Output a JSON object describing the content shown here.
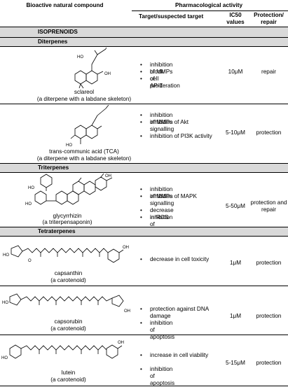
{
  "header": {
    "col1": "Bioactive natural compound",
    "col_group": "Pharmacological activity",
    "target": "Target/suspected target",
    "ic50": "IC50 values",
    "protection": "Protection/ repair"
  },
  "section": "ISOPRENOIDS",
  "groups": {
    "diterpenes": "Diterpenes",
    "triterpenes": "Triterpenes",
    "tetraterpenes": "Tetraterpenes"
  },
  "compounds": [
    {
      "name": "sclareol",
      "subtitle": "(a diterpene with a labdane skeleton)",
      "targets": [
        "inhibition of MMPs",
        "block of AP-1",
        "cell proliferation"
      ],
      "ic50": "10μM",
      "effect": "repair"
    },
    {
      "name": "trans-communic acid (TCA)",
      "subtitle": "(a diterpene with a labdane skeleton)",
      "targets": [
        "inhibition of MMPs",
        "inhibition of Akt signalling",
        "inhibition of PI3K activity"
      ],
      "ic50": "5-10μM",
      "effect": "protection"
    },
    {
      "name": "glycyrrhizin",
      "subtitle": "(a triterpensaponin)",
      "targets": [
        "inhibition of MMPs",
        "inhibition of MAPK signalling",
        "decrease in ROS",
        "inhibition of apoptosis"
      ],
      "ic50": "5-50μM",
      "effect": "protection and repair"
    },
    {
      "name": "capsanthin",
      "subtitle": "(a carotenoid)",
      "targets": [
        "decrease in cell toxicity"
      ],
      "ic50": "1μM",
      "effect": "protection"
    },
    {
      "name": "capsorubin",
      "subtitle": "(a carotenoid)",
      "targets": [
        "protection against DNA damage",
        "inhibition of apoptosis"
      ],
      "ic50": "1μM",
      "effect": "protection"
    },
    {
      "name": "lutein",
      "subtitle": "(a carotenoid)",
      "targets": [
        "increase in cell viability",
        "inhibition of apoptosis"
      ],
      "ic50": "5-15μM",
      "effect": "protection"
    }
  ],
  "structure_labels": {
    "ho": "HO",
    "oh": "OH",
    "o": "O",
    "cooh": "HO",
    "hooc": "HO"
  }
}
